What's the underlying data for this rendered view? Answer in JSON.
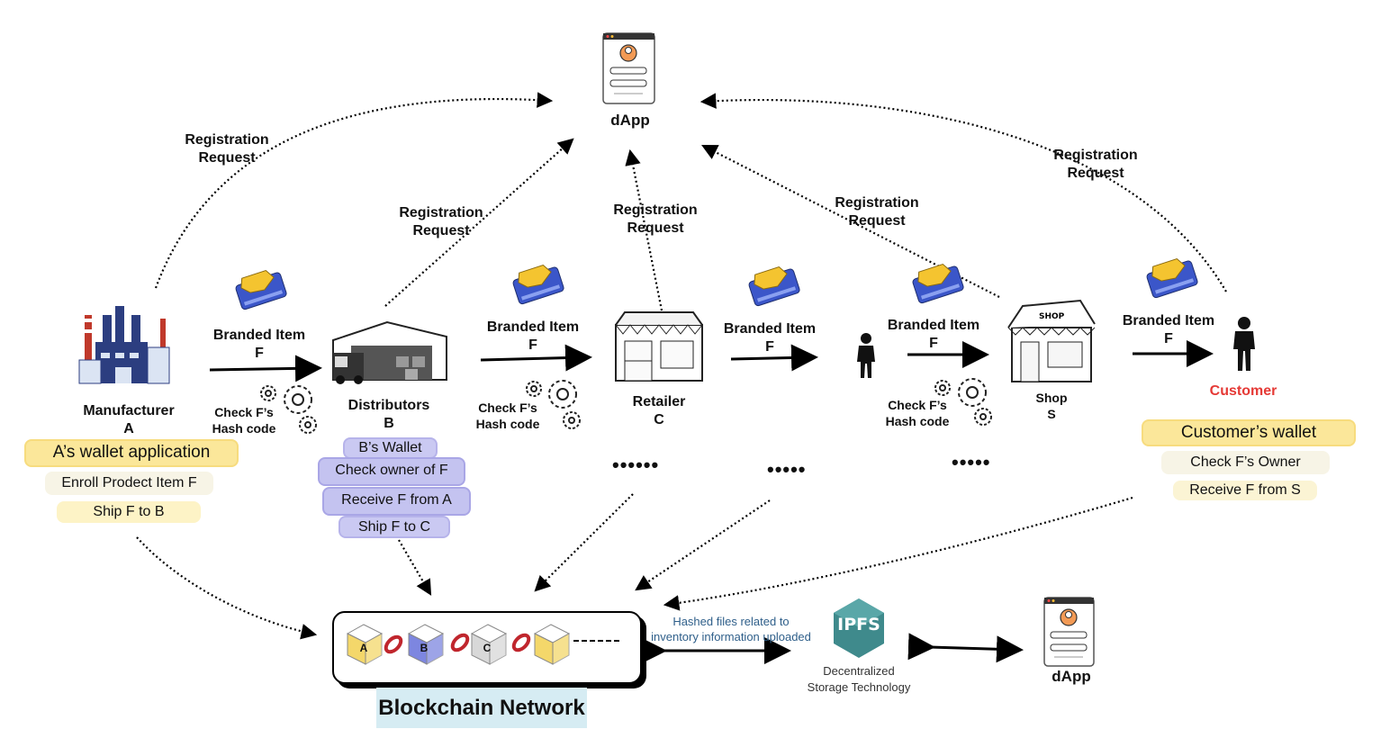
{
  "dapp_top": {
    "label": "dApp"
  },
  "dapp_bottom": {
    "label": "dApp"
  },
  "registration_labels": [
    {
      "line1": "Registration",
      "line2": "Request"
    },
    {
      "line1": "Registration",
      "line2": "Request"
    },
    {
      "line1": "Registration",
      "line2": "Request"
    },
    {
      "line1": "Registration",
      "line2": "Request"
    },
    {
      "line1": "Registration",
      "line2": "Request"
    }
  ],
  "branded_items": [
    {
      "line1": "Branded Item",
      "line2": "F"
    },
    {
      "line1": "Branded Item",
      "line2": "F"
    },
    {
      "line1": "Branded Item",
      "line2": "F"
    },
    {
      "line1": "Branded Item",
      "line2": "F"
    },
    {
      "line1": "Branded Item",
      "line2": "F"
    }
  ],
  "hash_checks": [
    {
      "line1": "Check F’s",
      "line2": "Hash code"
    },
    {
      "line1": "Check F’s",
      "line2": "Hash code"
    },
    {
      "line1": "Check F’s",
      "line2": "Hash code"
    }
  ],
  "manufacturer": {
    "name": "Manufacturer",
    "id": "A",
    "wallet": "A’s  wallet application",
    "actions": [
      "Enroll Prodect Item F",
      "Ship F to B"
    ]
  },
  "distributors": {
    "name": "Distributors",
    "id": "B",
    "wallet": "B’s Wallet",
    "actions": [
      "Check owner of F",
      "Receive F from A",
      "Ship F to C"
    ]
  },
  "retailer": {
    "name": "Retailer",
    "id": "C"
  },
  "shop": {
    "name": "Shop",
    "id": "S"
  },
  "customer": {
    "name": "Customer",
    "wallet": "Customer’s  wallet",
    "actions": [
      "Check F’s Owner",
      "Receive F from S"
    ]
  },
  "ellipses": [
    "••••••",
    "•••••",
    "•••••"
  ],
  "blockchain": {
    "title": "Blockchain Network",
    "blocks": [
      "A",
      "B",
      "C",
      ""
    ],
    "block_colors": [
      "#f4d76a",
      "#7d86e0",
      "#d8d8d8",
      "#f4d76a"
    ]
  },
  "ipfs": {
    "logo_text": "IPFS",
    "upload_note_line1": "Hashed files related to",
    "upload_note_line2": "inventory information uploaded",
    "storage_line1": "Decentralized",
    "storage_line2": "Storage Technology"
  },
  "colors": {
    "customer_label": "#e53935",
    "ipfs_teal": "#3f8a8c"
  }
}
